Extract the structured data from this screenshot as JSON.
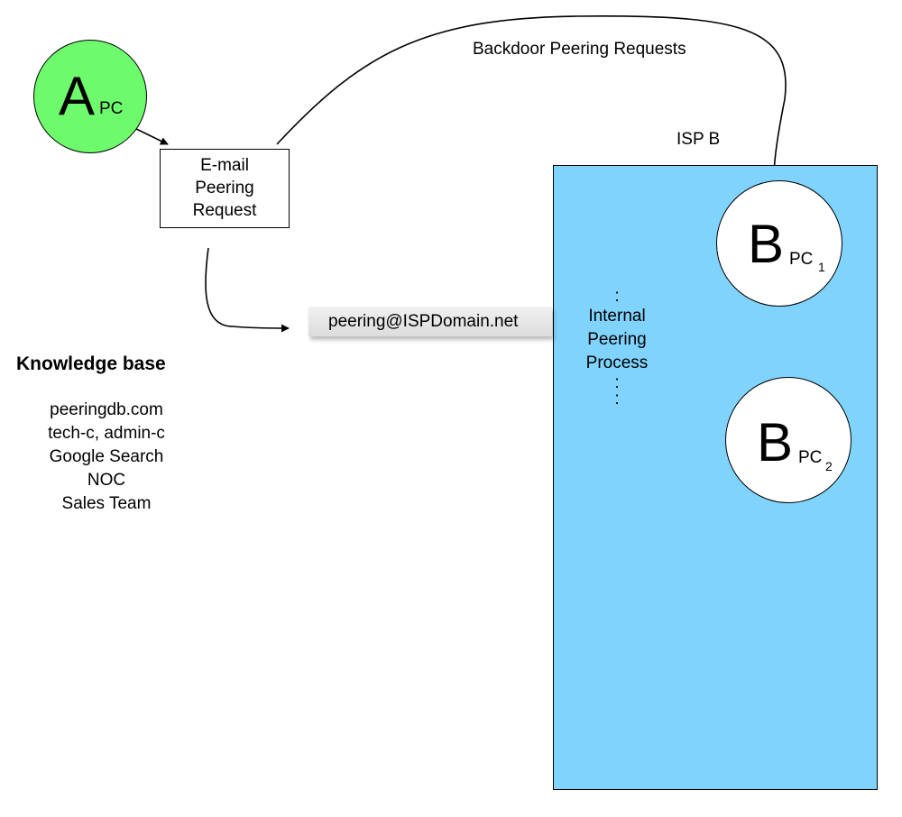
{
  "node_a": {
    "letter": "A",
    "sub": "PC"
  },
  "email_box": {
    "lines": [
      "E-mail",
      "Peering",
      "Request"
    ]
  },
  "backdoor_label": "Backdoor Peering Requests",
  "isp_label": "ISP B",
  "mailbox_label": "peering@ISPDomain.net",
  "internal_process": {
    "top_dot": ":",
    "lines": [
      "Internal",
      "Peering",
      "Process"
    ],
    "bottom_dots": [
      ":",
      ":"
    ]
  },
  "node_b1": {
    "letter": "B",
    "sub": "PC",
    "subsub": "1"
  },
  "node_b2": {
    "letter": "B",
    "sub": "PC",
    "subsub": "2"
  },
  "knowledge_base": {
    "title": "Knowledge base",
    "items": [
      "peeringdb.com",
      "tech-c, admin-c",
      "Google Search",
      "NOC",
      "Sales Team"
    ]
  },
  "colors": {
    "node_a_fill": "#6dfa6d",
    "isp_fill": "#7fd3fc",
    "node_b_fill": "#ffffff",
    "stroke": "#000000"
  }
}
